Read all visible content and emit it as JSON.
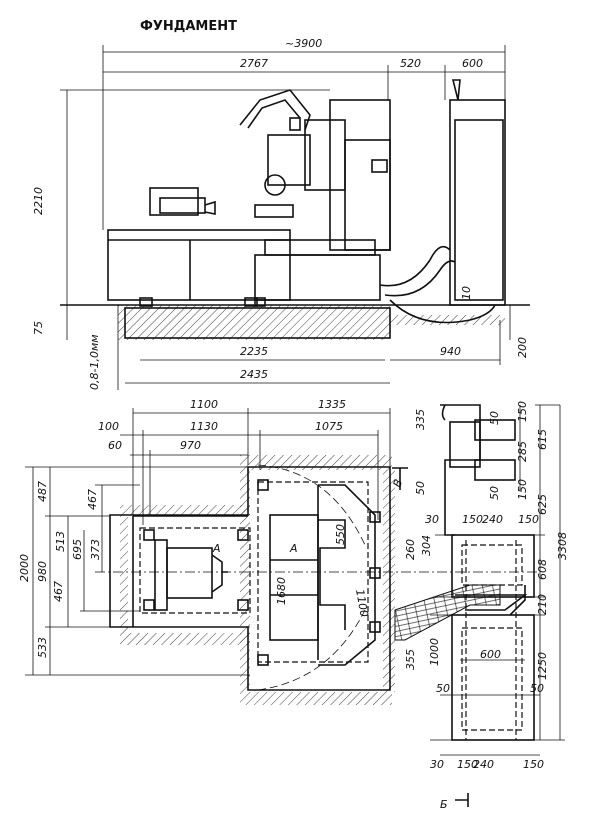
{
  "title": "ФУНДАМЕНТ",
  "elevation": {
    "overall": "~3900",
    "d2767": "2767",
    "d520": "520",
    "d600": "600",
    "d2210": "2210",
    "d75": "75",
    "clearance": "0,8-1,0мм",
    "d2235": "2235",
    "d2435": "2435",
    "d940": "940",
    "d200": "200",
    "d10": "10"
  },
  "plan": {
    "d1100": "1100",
    "d1335": "1335",
    "d100": "100",
    "d1130": "1130",
    "d1075": "1075",
    "d60": "60",
    "d970": "970",
    "d2000": "2000",
    "d487": "487",
    "d980": "980",
    "d533": "533",
    "d467a": "467",
    "d513": "513",
    "d695": "695",
    "d373": "373",
    "d467b": "467",
    "d550": "550",
    "d1100v": "1100",
    "d1680": "1680",
    "d260": "260",
    "d304": "304",
    "d355": "355",
    "d1000": "1000",
    "section_a": "А",
    "section_b": "Б",
    "section_v": "В"
  },
  "side": {
    "d335": "335",
    "d50a": "50",
    "d150a": "150",
    "d285": "285",
    "d615": "615",
    "d50b": "50",
    "d150b": "150",
    "d625": "625",
    "d3308": "3308",
    "d50c": "50",
    "d30a": "30",
    "d150c": "150",
    "d240a": "240",
    "d150d": "150",
    "d608": "608",
    "d210": "210",
    "d1250": "1250",
    "d600": "600",
    "d50d": "50",
    "d50e": "50",
    "d30b": "30",
    "d150e": "150",
    "d240b": "240",
    "d150f": "150"
  }
}
